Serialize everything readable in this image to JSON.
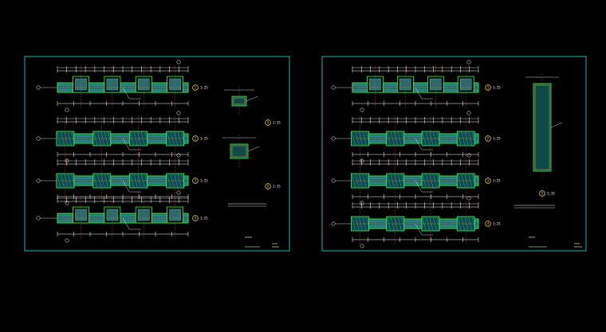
{
  "colors": {
    "background": "#000000",
    "sheet_border": "#1fb5b5",
    "wall_outline": "#32ff44",
    "wall_fill": "#2a6a6a",
    "wall_inner": "#1cd6d6",
    "dimension_line": "#ffffff",
    "axis_line": "#ff3030",
    "callout_circle": "#ffd84a",
    "rebar": "#ff9a2a"
  },
  "sheets": [
    {
      "name": "left-sheet",
      "sections": [
        {
          "callout": "1",
          "scale": "1:25"
        },
        {
          "callout": "2",
          "scale": "1:25"
        },
        {
          "callout": "3",
          "scale": "1:25"
        },
        {
          "callout": "4",
          "scale": "1:25"
        }
      ],
      "details": [
        {
          "callout": "5",
          "scale": "1:15"
        },
        {
          "callout": "6",
          "scale": "1:15"
        }
      ]
    },
    {
      "name": "right-sheet",
      "sections": [
        {
          "callout": "1",
          "scale": "1:25"
        },
        {
          "callout": "2",
          "scale": "1:25"
        },
        {
          "callout": "3",
          "scale": "1:25"
        },
        {
          "callout": "4",
          "scale": "1:25"
        }
      ],
      "details": [
        {
          "callout": "5",
          "scale": "1:15"
        }
      ]
    }
  ]
}
